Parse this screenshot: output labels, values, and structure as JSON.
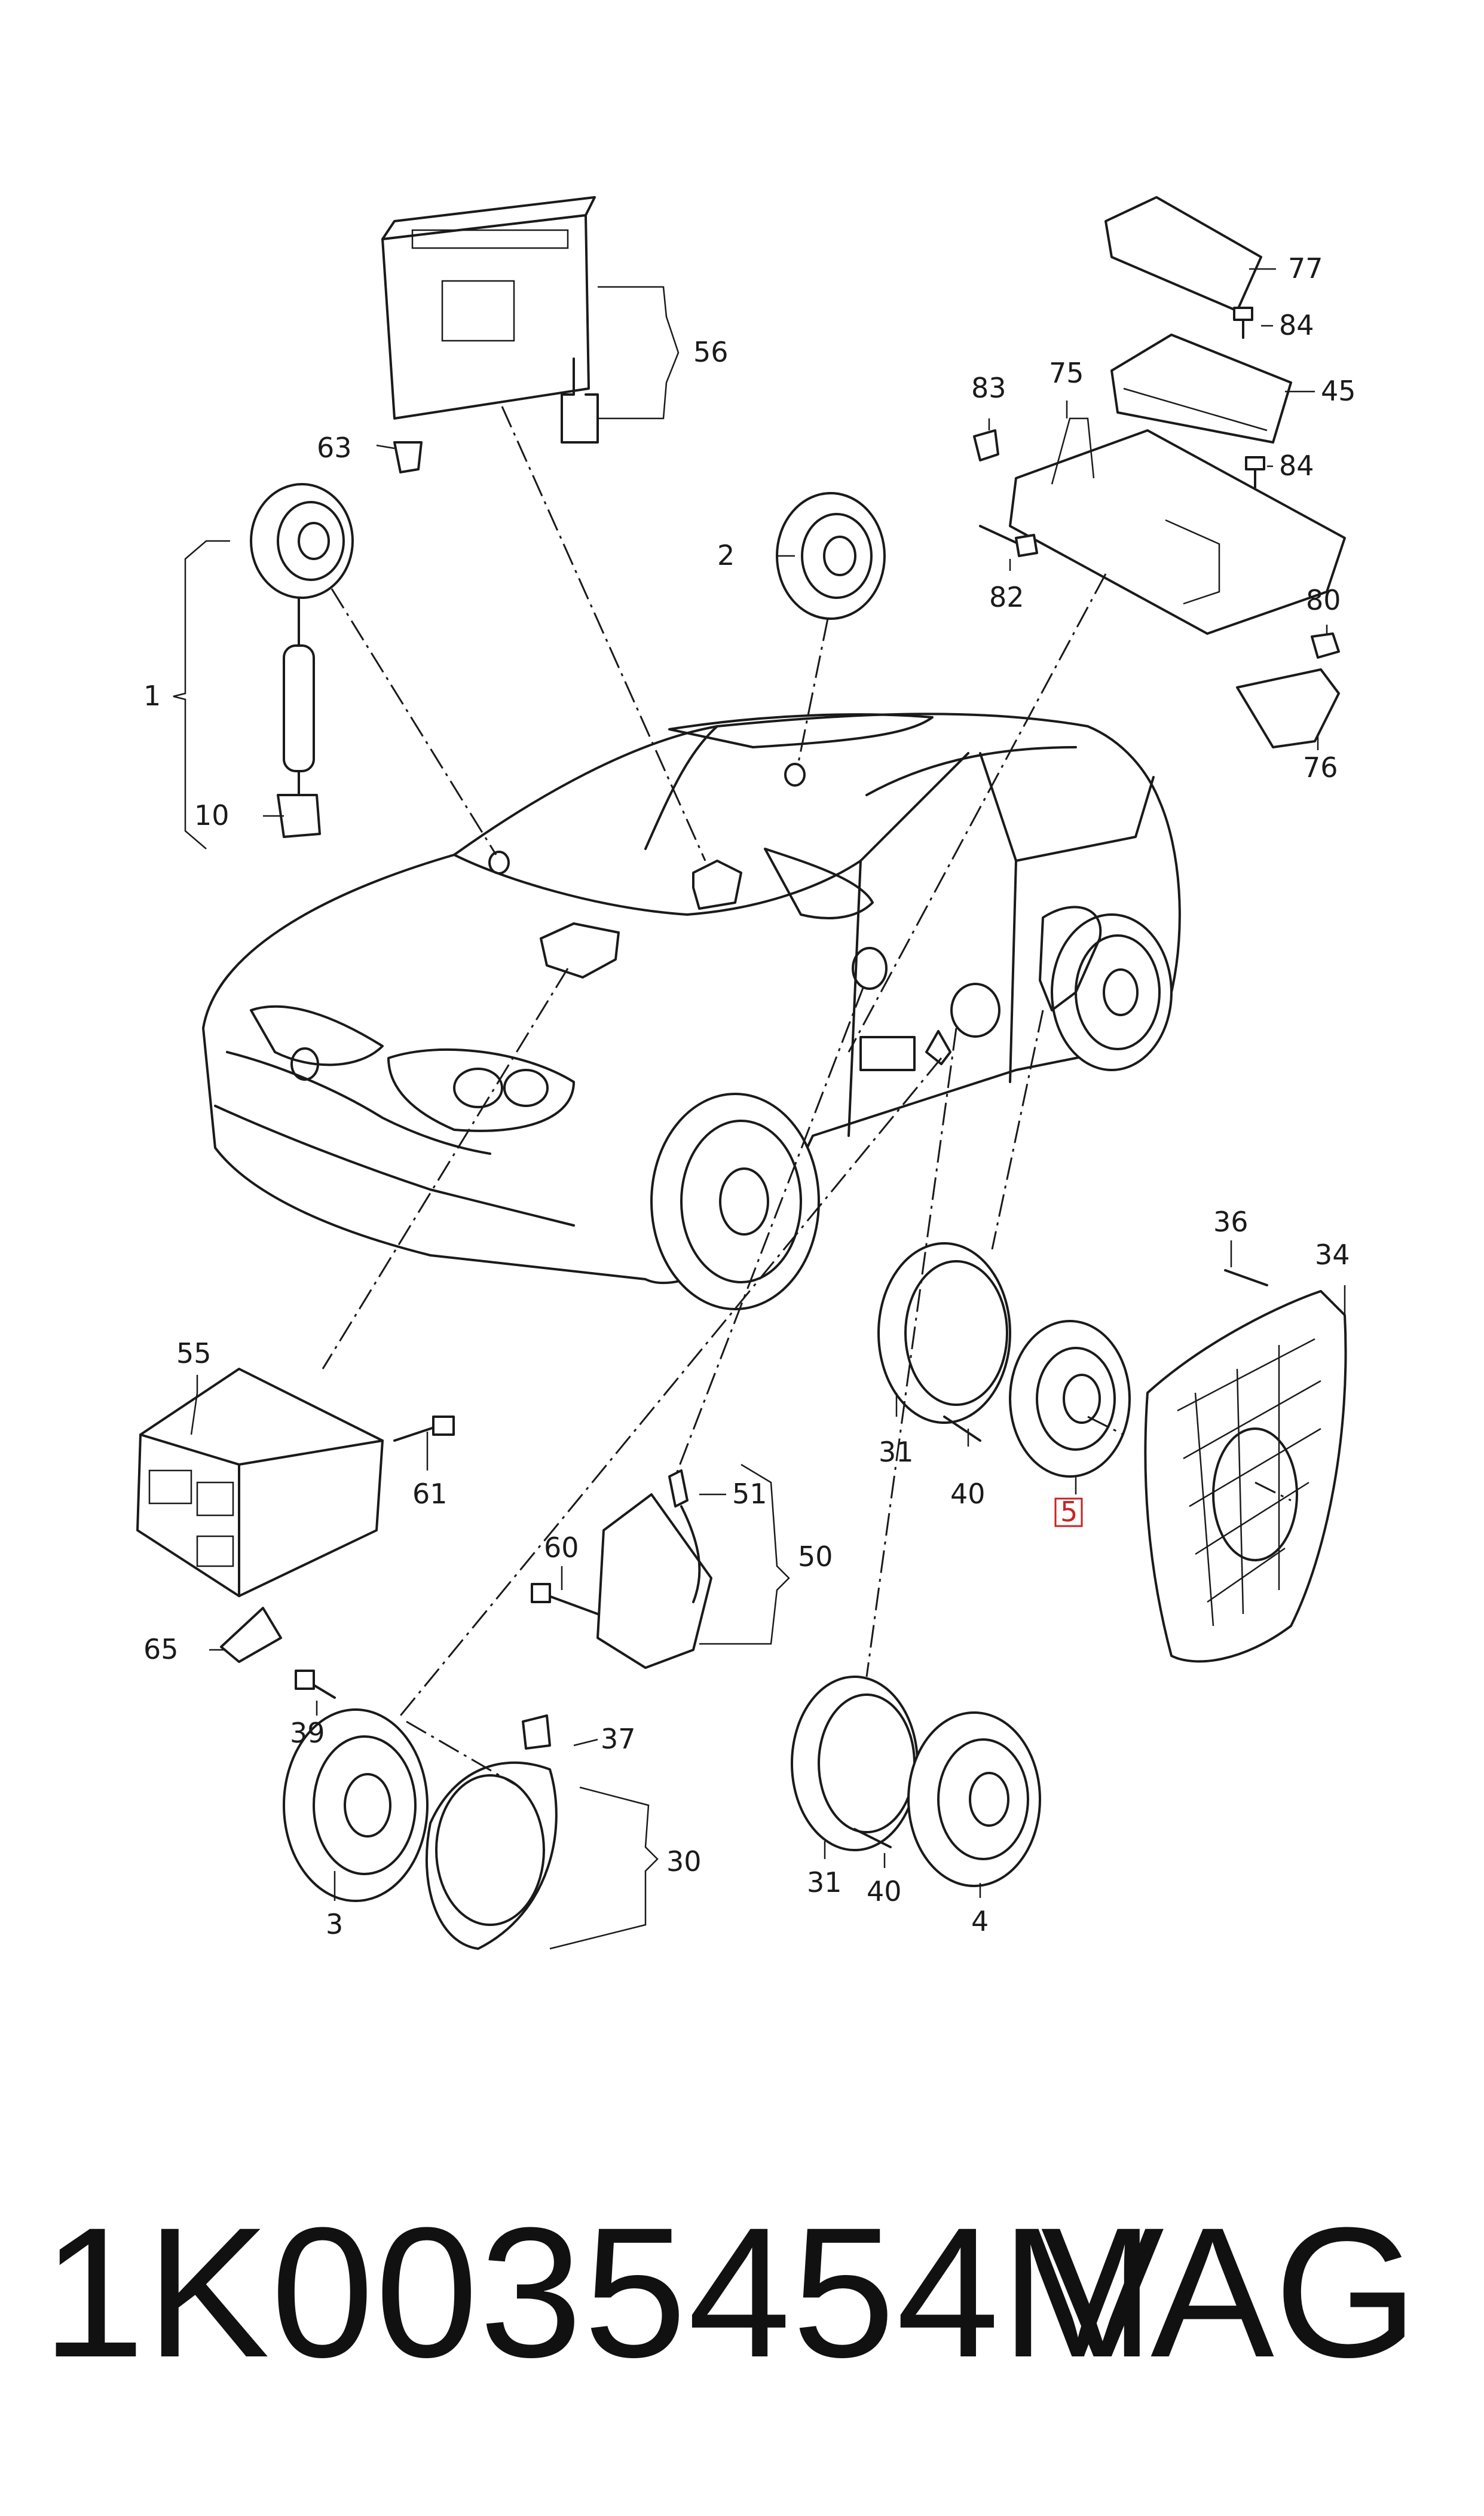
{
  "callouts": {
    "c1": "1",
    "c2": "2",
    "c3": "3",
    "c4": "4",
    "c5": "5",
    "c10": "10",
    "c30": "30",
    "c31a": "31",
    "c31b": "31",
    "c34": "34",
    "c36": "36",
    "c37": "37",
    "c39": "39",
    "c40a": "40",
    "c40b": "40",
    "c45": "45",
    "c50": "50",
    "c51": "51",
    "c55": "55",
    "c56": "56",
    "c60": "60",
    "c61": "61",
    "c63": "63",
    "c65": "65",
    "c75": "75",
    "c76": "76",
    "c77": "77",
    "c80": "80",
    "c82": "82",
    "c83": "83",
    "c84a": "84",
    "c84b": "84"
  },
  "highlight_color": "#cc2222",
  "footer": {
    "part_number": "1K0035454M",
    "brand": "VAG"
  }
}
